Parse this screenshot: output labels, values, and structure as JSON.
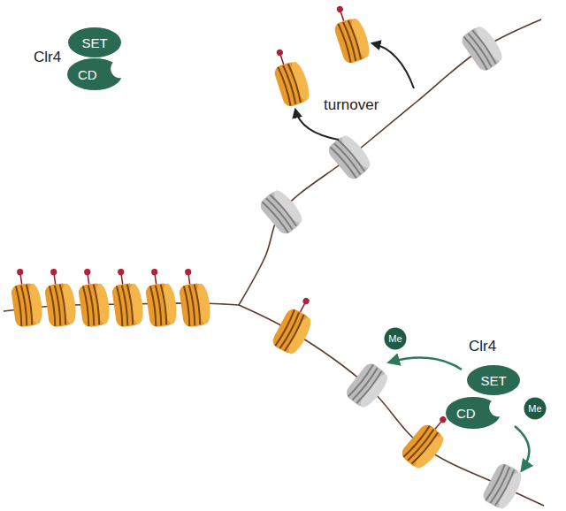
{
  "diagram": {
    "nodes": [
      {
        "text": [
          "SET"
        ]
      },
      {
        "text": [
          "CD"
        ]
      },
      {
        "text": [
          "SET"
        ]
      },
      {
        "text": [
          "CD"
        ]
      },
      {
        "text": [
          "Me"
        ]
      },
      {
        "text": [
          "Me"
        ]
      }
    ],
    "labels": [
      "Clr4",
      "turnover",
      "Clr4"
    ]
  }
}
